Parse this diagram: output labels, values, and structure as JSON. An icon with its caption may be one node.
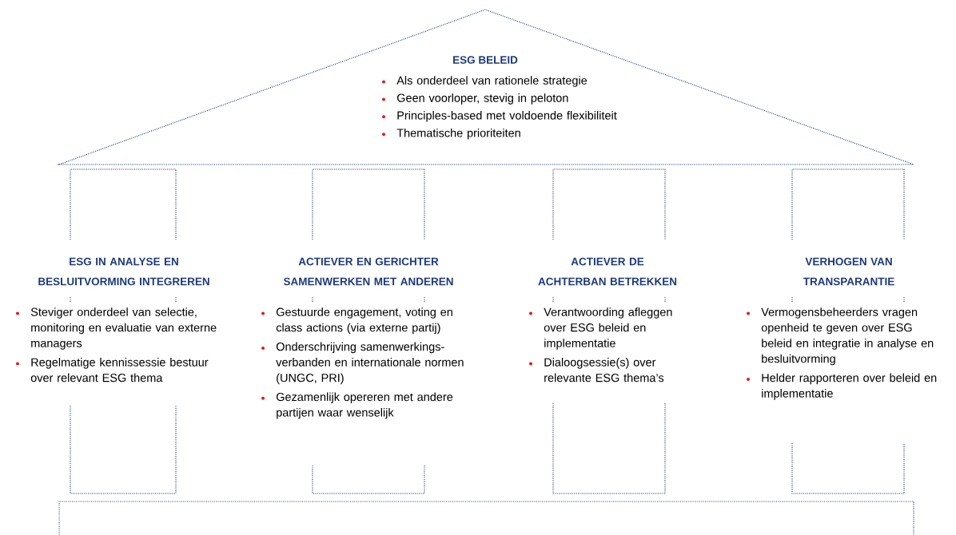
{
  "diagram": {
    "nodes": [
      {
        "text": [
          "ESG BELEID",
          "Als onderdeel van rationele strategie",
          "Geen voorloper, stevig in peloton",
          "Principles-based met voldoende flexibiliteit",
          "Thematische prioriteiten"
        ]
      },
      {
        "text": [
          "ESG IN ANALYSE EN BESLUITVORMING INTEGREREN",
          "Steviger onderdeel van selectie, monitoring en evaluatie van externe managers",
          "Regelmatige kennissessie bestuur over relevant ESG thema"
        ]
      },
      {
        "text": [
          "ACTIEVER EN GERICHTER SAMENWERKEN MET ANDEREN",
          "Gestuurde engagement, voting en class actions (via externe partij)",
          "Onderschrijving samenwerkings- verbanden en internationale normen (UNGC, PRI)",
          "Gezamenlijk opereren met andere partijen waar wenselijk"
        ]
      },
      {
        "text": [
          "ACTIEVER DE ACHTERBAN BETREKKEN",
          "Verantwoording afleggen over ESG beleid en implementatie",
          "Dialoogsessie(s) over relevante ESG thema’s"
        ]
      },
      {
        "text": [
          "VERHOGEN VAN TRANSPARANTIE",
          "Vermogensbeheerders vragen openheid te geven over ESG beleid en integratie in analyse en besluitvorming",
          "Helder rapporteren over beleid en implementatie"
        ]
      },
      {
        "text": [],
        "shape": "box"
      }
    ]
  }
}
